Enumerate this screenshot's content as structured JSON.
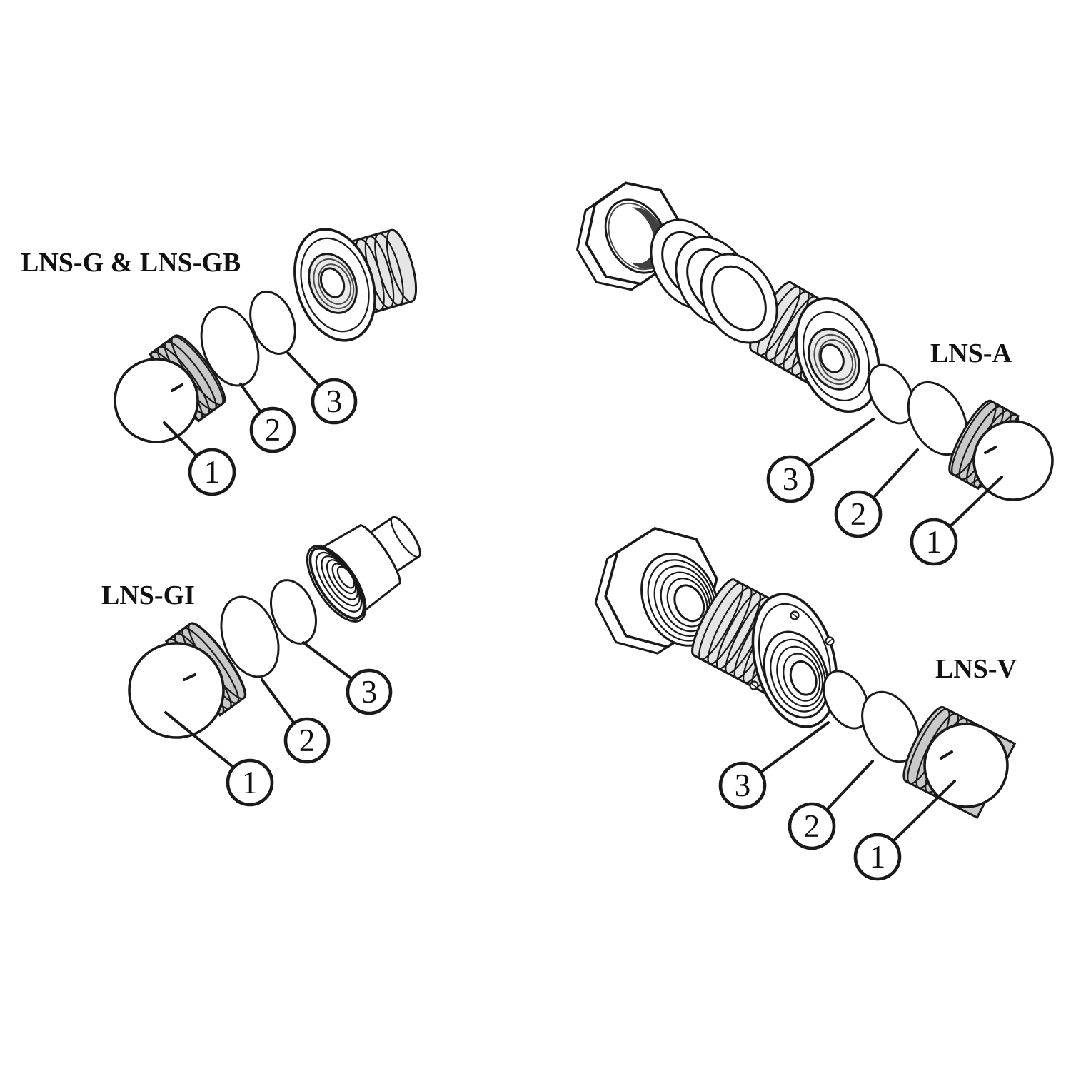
{
  "figure": {
    "type": "exploded-parts-diagram",
    "background_color": "#ffffff",
    "line_color": "#1a1a1a"
  },
  "diagrams": [
    {
      "id": "lns-g-gb",
      "label": "LNS-G & LNS-GB",
      "callouts": [
        {
          "number": "1"
        },
        {
          "number": "2"
        },
        {
          "number": "3"
        }
      ]
    },
    {
      "id": "lns-a",
      "label": "LNS-A",
      "callouts": [
        {
          "number": "1"
        },
        {
          "number": "2"
        },
        {
          "number": "3"
        }
      ]
    },
    {
      "id": "lns-gi",
      "label": "LNS-GI",
      "callouts": [
        {
          "number": "1"
        },
        {
          "number": "2"
        },
        {
          "number": "3"
        }
      ]
    },
    {
      "id": "lns-v",
      "label": "LNS-V",
      "callouts": [
        {
          "number": "1"
        },
        {
          "number": "2"
        },
        {
          "number": "3"
        }
      ]
    }
  ]
}
